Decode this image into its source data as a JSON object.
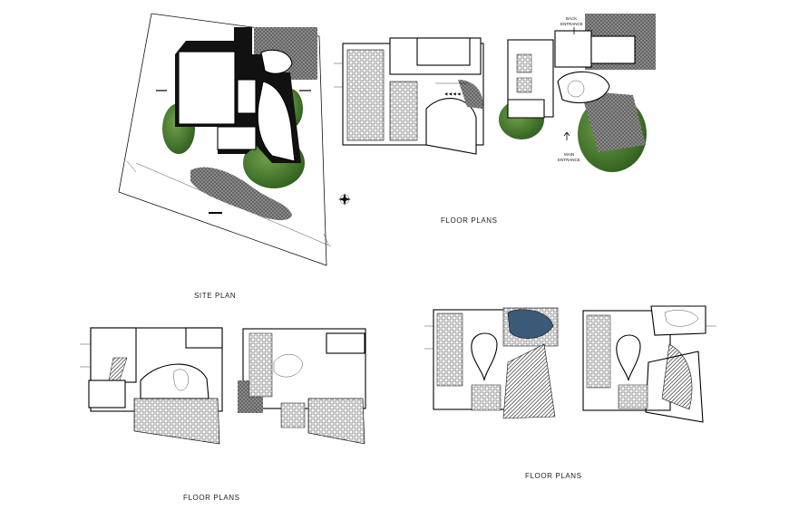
{
  "captions": {
    "site_plan": "SITE PLAN",
    "floor_plans_top": "FLOOR PLANS",
    "floor_plans_bottom_left": "FLOOR PLANS",
    "floor_plans_bottom_right": "FLOOR PLANS"
  },
  "labels": {
    "back_entrance_1": "BACK",
    "back_entrance_2": "ENTRANCE",
    "main_entrance_1": "MAIN",
    "main_entrance_2": "ENTRANCE"
  },
  "colors": {
    "ink": "#111111",
    "landscape_green": "#3f7a2a",
    "landscape_green_dark": "#2c5a1c",
    "paving_hatch": "#555555",
    "pool_blue": "#3a5a78",
    "background": "#ffffff"
  },
  "icons": {
    "north": "compass-rose-icon",
    "entrance": "arrow-up-icon"
  }
}
